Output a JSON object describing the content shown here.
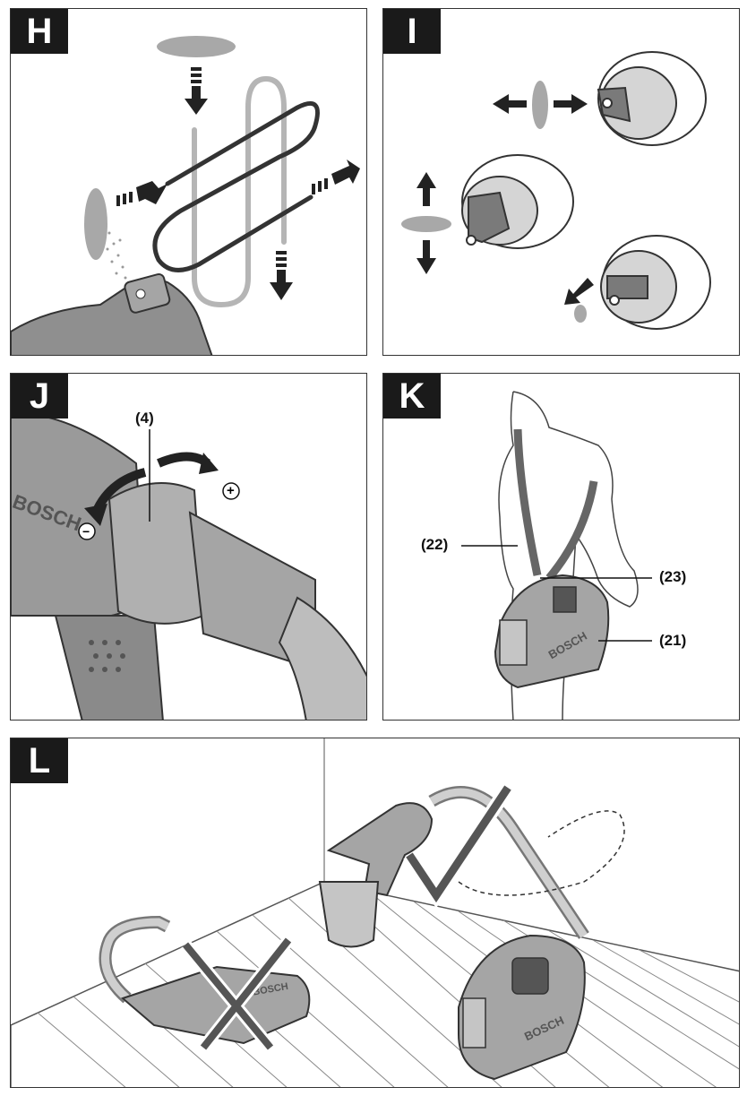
{
  "panels": {
    "h": {
      "letter": "H"
    },
    "i": {
      "letter": "I"
    },
    "j": {
      "letter": "J",
      "callout_4": "(4)",
      "minus": "−",
      "plus": "+",
      "brand": "BOSCH"
    },
    "k": {
      "letter": "K",
      "callout_22": "(22)",
      "callout_23": "(23)",
      "callout_21": "(21)",
      "brand": "BOSCH"
    },
    "l": {
      "letter": "L",
      "brand": "BOSCH"
    }
  },
  "colors": {
    "frame": "#333333",
    "tag_bg": "#1a1a1a",
    "tool_gray": "#8f8f8f",
    "light_gray": "#c8c8c8",
    "dark": "#333333"
  }
}
